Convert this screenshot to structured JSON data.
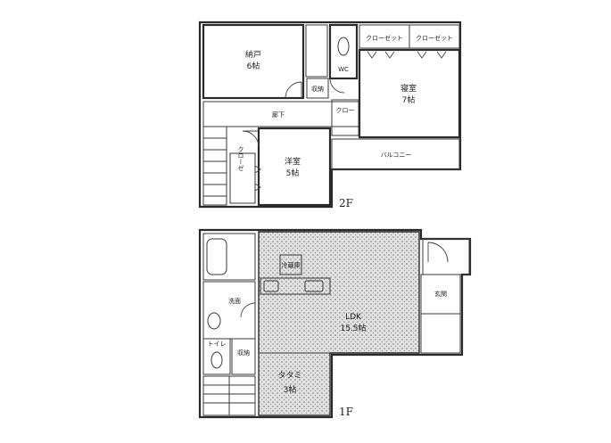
{
  "floors": {
    "second": {
      "label": "2F",
      "rooms": {
        "nando": {
          "name": "納戸",
          "size": "6帖"
        },
        "bedroom": {
          "name": "寝室",
          "size": "7帖"
        },
        "western": {
          "name": "洋室",
          "size": "5帖"
        },
        "closet_top_1": "クローゼット",
        "closet_top_2": "クローゼット",
        "closet_left": "クローゼ",
        "closet_right": "クロー",
        "hallway": "廊下",
        "balcony": "バルコニー",
        "wc": "WC",
        "storage": "収納"
      }
    },
    "first": {
      "label": "1F",
      "rooms": {
        "ldk": {
          "name": "LDK",
          "size": "15.5帖"
        },
        "tatami": {
          "name": "タタミ",
          "size": "3帖"
        },
        "washroom": "洗面",
        "fridge": "冷蔵庫",
        "storage": "収納",
        "wc": "トイレ",
        "entrance": "玄関"
      }
    }
  }
}
